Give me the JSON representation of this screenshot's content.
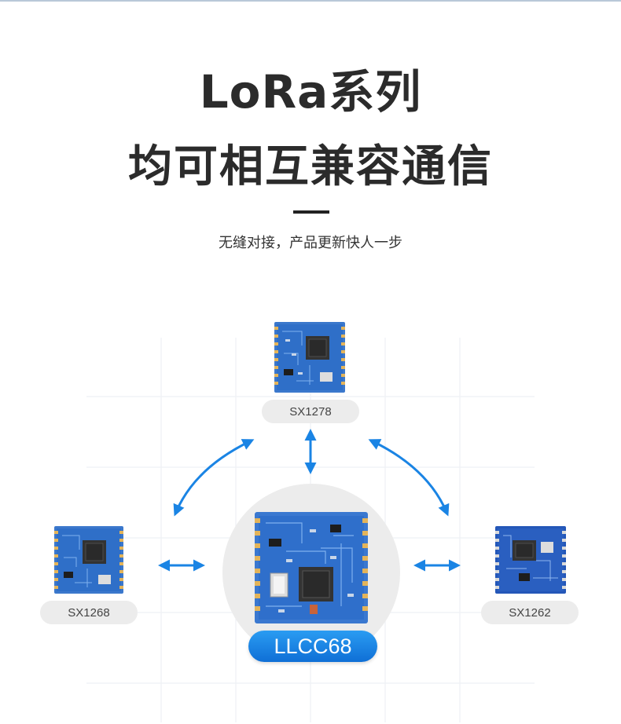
{
  "title_line1": "LoRa系列",
  "title_line2": "均可相互兼容通信",
  "subtitle": "无缝对接，产品更新快人一步",
  "modules": {
    "top": {
      "label": "SX1278"
    },
    "left": {
      "label": "SX1268"
    },
    "right": {
      "label": "SX1262"
    },
    "center": {
      "label": "LLCC68"
    }
  },
  "colors": {
    "accent": "#1a84e4",
    "pcb_blue": "#2d6fd0",
    "pill_gray": "#ececec",
    "title": "#2b2b2b"
  }
}
